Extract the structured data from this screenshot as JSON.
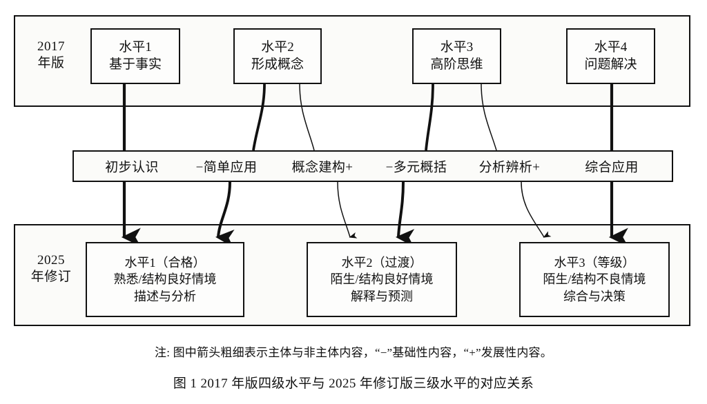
{
  "figure": {
    "note": "注: 图中箭头粗细表示主体与非主体内容，“−”基础性内容，“+”发展性内容。",
    "caption": "图 1    2017 年版四级水平与 2025 年修订版三级水平的对应关系"
  },
  "rows": {
    "top": {
      "era_label_line1": "2017",
      "era_label_line2": "年版",
      "boxes": [
        {
          "line1": "水平1",
          "line2": "基于事实"
        },
        {
          "line1": "水平2",
          "line2": "形成概念"
        },
        {
          "line1": "水平3",
          "line2": "高阶思维"
        },
        {
          "line1": "水平4",
          "line2": "问题解决"
        }
      ]
    },
    "middle": {
      "labels": [
        {
          "text": "初步认识"
        },
        {
          "text": "−简单应用"
        },
        {
          "text": "概念建构+"
        },
        {
          "text": "−多元概括"
        },
        {
          "text": "分析辨析+"
        },
        {
          "text": "综合应用"
        }
      ]
    },
    "bottom": {
      "era_label_line1": "2025",
      "era_label_line2": "年修订",
      "boxes": [
        {
          "line1": "水平1（合格）",
          "line2": "熟悉/结构良好情境",
          "line3": "描述与分析"
        },
        {
          "line1": "水平2（过渡）",
          "line2": "陌生/结构良好情境",
          "line3": "解释与预测"
        },
        {
          "line1": "水平3（等级）",
          "line2": "陌生/结构不良情境",
          "line3": "综合与决策"
        }
      ]
    }
  },
  "chart_data": {
    "type": "diagram",
    "title": "图 1    2017 年版四级水平与 2025 年修订版三级水平的对应关系",
    "nodes_top": [
      "水平1 基于事实",
      "水平2 形成概念",
      "水平3 高阶思维",
      "水平4 问题解决"
    ],
    "nodes_middle": [
      "初步认识",
      "−简单应用",
      "概念建构+",
      "−多元概括",
      "分析辨析+",
      "综合应用"
    ],
    "nodes_bottom": [
      "水平1（合格）",
      "水平2（过渡）",
      "水平3（等级）"
    ],
    "edges_top_to_middle": [
      {
        "from": "水平1 基于事实",
        "to": "初步认识",
        "weight": "thick"
      },
      {
        "from": "水平2 形成概念",
        "to": "−简单应用",
        "weight": "thick"
      },
      {
        "from": "水平2 形成概念",
        "to": "概念建构+",
        "weight": "thin"
      },
      {
        "from": "水平3 高阶思维",
        "to": "−多元概括",
        "weight": "thick"
      },
      {
        "from": "水平3 高阶思维",
        "to": "分析辨析+",
        "weight": "thin"
      },
      {
        "from": "水平4 问题解决",
        "to": "综合应用",
        "weight": "thick"
      }
    ],
    "edges_middle_to_bottom": [
      {
        "from": "初步认识",
        "to": "水平1（合格）",
        "weight": "thick"
      },
      {
        "from": "−简单应用",
        "to": "水平1（合格）",
        "weight": "thick"
      },
      {
        "from": "概念建构+",
        "to": "水平2（过渡）",
        "weight": "thin"
      },
      {
        "from": "−多元概括",
        "to": "水平2（过渡）",
        "weight": "thick"
      },
      {
        "from": "分析辨析+",
        "to": "水平3（等级）",
        "weight": "thin"
      },
      {
        "from": "综合应用",
        "to": "水平3（等级）",
        "weight": "thick"
      }
    ],
    "legend": "箭头粗细表示主体与非主体内容；“−”基础性内容；“+”发展性内容"
  },
  "colors": {
    "stroke": "#111111",
    "background": "#ffffff",
    "panel": "#fbfbf9"
  }
}
